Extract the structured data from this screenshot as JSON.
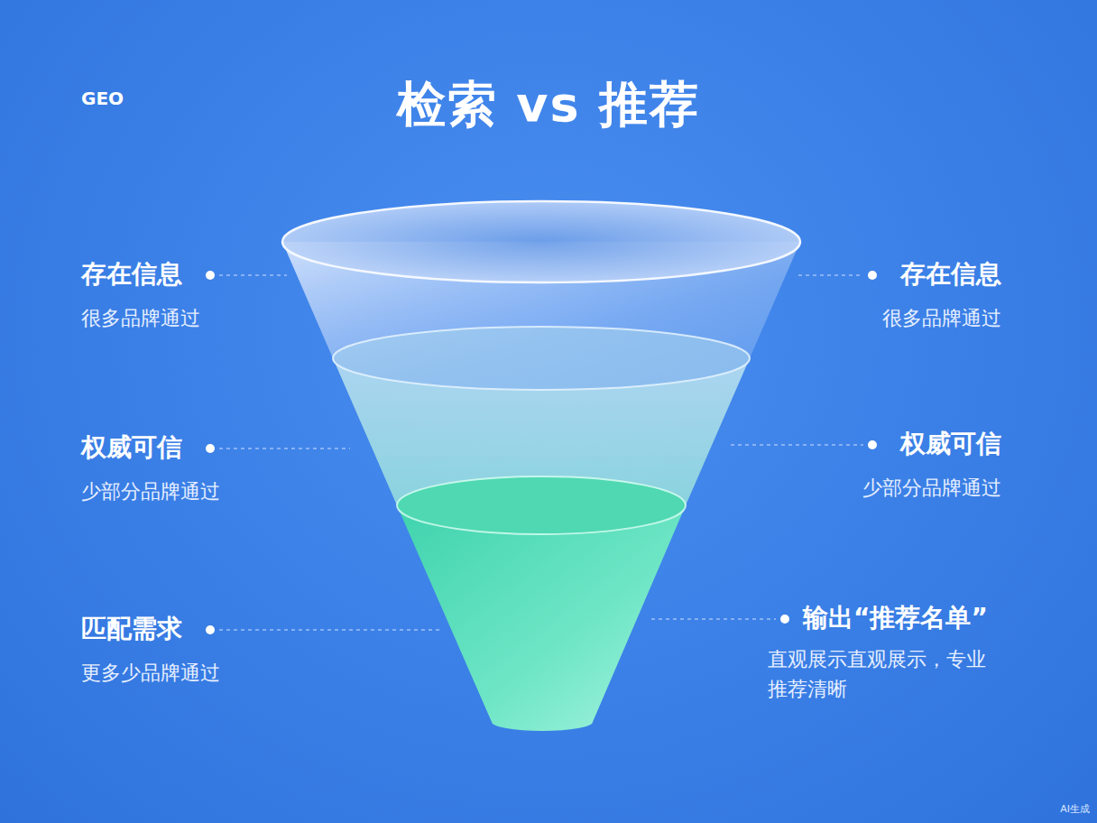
{
  "diagram": {
    "title": "检索 vs 推荐",
    "labels": [
      "GEO",
      "存在信息",
      "很多品牌通过",
      "存在信息",
      "很多品牌通过",
      "权威可信",
      "少部分品牌通过",
      "权威可信",
      "少部分品牌通过",
      "匹配需求",
      "更多少品牌通过",
      "输出“推荐名单”",
      "直观展示直观展示，专业 推荐清晰",
      "AI生成"
    ]
  }
}
